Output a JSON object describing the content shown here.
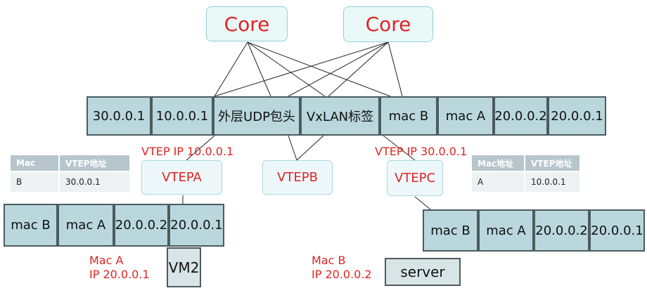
{
  "core_nodes": [
    "Core",
    "Core"
  ],
  "vtep_nodes": [
    "VTEPA",
    "VTEPB",
    "VTEPC"
  ],
  "packet_header": [
    "30.0.0.1",
    "10.0.0.1",
    "外层UDP包头",
    "VxLAN标签",
    "mac  B",
    "mac  A",
    "20.0.0.2",
    "20.0.0.1"
  ],
  "labels": {
    "vtepa_ip": "VTEP  IP 10.0.0.1",
    "vtepc_ip": "VTEP IP 30.0.0.1"
  },
  "left_table": {
    "headers": [
      "Mac",
      "VTEP地址"
    ],
    "rows": [
      [
        "B",
        "30.0.0.1"
      ]
    ]
  },
  "right_table": {
    "headers": [
      "Mac地址",
      "VTEP地址"
    ],
    "rows": [
      [
        "A",
        "10.0.0.1"
      ]
    ]
  },
  "left_frame": [
    "mac  B",
    "mac  A",
    "20.0.0.2",
    "20.0.0.1"
  ],
  "right_frame": [
    "mac  B",
    "mac  A",
    "20.0.0.2",
    "20.0.0.1"
  ],
  "vm2": {
    "name": "VM2",
    "mac_label": "Mac A",
    "ip_label": "IP 20.0.0.1"
  },
  "server": {
    "name": "server",
    "mac_label": "Mac B",
    "ip_label": "IP 20.0.0.2"
  }
}
